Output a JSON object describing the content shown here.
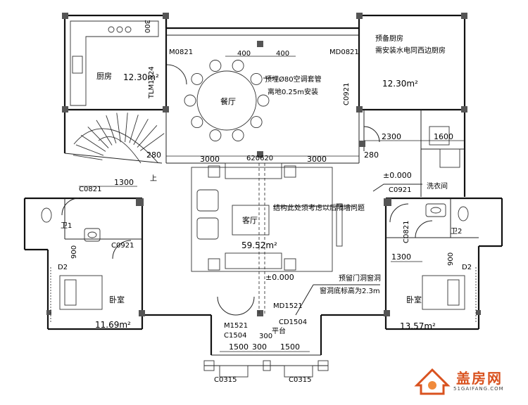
{
  "rooms": {
    "kitchen": {
      "name": "厨房",
      "area": "12.30m²"
    },
    "reserved_kitchen": {
      "line1": "预备厨房",
      "line2": "需安装水电同西边厨房",
      "area": "12.30m²"
    },
    "dining": {
      "name": "餐厅"
    },
    "living": {
      "name": "客厅",
      "area": "59.52m²"
    },
    "laundry": {
      "name": "洗衣间"
    },
    "wc1": {
      "name": "卫1"
    },
    "wc2": {
      "name": "卫2"
    },
    "bedroom_left": {
      "name": "卧室",
      "area": "11.69m²"
    },
    "bedroom_right": {
      "name": "卧室",
      "area": "13.57m²"
    }
  },
  "doors_windows": {
    "m0821_top": "M0821",
    "md0821": "MD0821",
    "tlm1524": "TLM1524",
    "c0921_right": "C0921",
    "c0821_left": "C0821",
    "c0921_left": "C0921",
    "c0921_mid": "C0921",
    "c0821_right": "C0821",
    "md1521": "MD1521",
    "m1521": "M1521",
    "c1504": "C1504",
    "cd1504": "CD1504",
    "c0315_left": "C0315",
    "c0315_right": "C0315"
  },
  "dimensions": {
    "d300_top": "300",
    "d400_a": "400",
    "d400_b": "400",
    "d2300": "2300",
    "d1600": "1600",
    "d280_left": "280",
    "d280_right": "280",
    "d3000_left": "3000",
    "d620_620": "620620",
    "d3000_right": "3000",
    "d1300_left": "1300",
    "d1300_right": "1300",
    "d900_left": "900",
    "d900_right": "900",
    "d1500_left": "1500",
    "d300_mid": "300",
    "d1500_right": "1500",
    "d300_step": "300"
  },
  "notes": {
    "ac_pipe_1": "预埋Ø80空调套管",
    "ac_pipe_2": "离地0.25m安装",
    "structure_note": "结构此处须考虑以后隔墙问题",
    "opening_1": "预留门洞窗洞",
    "opening_2": "窗洞底标高为2.3m",
    "elev_main": "±0.000",
    "elev_entry": "±0.000",
    "up": "上",
    "terrace": "平台",
    "d2_left": "D2",
    "d2_right": "D2"
  },
  "watermark": {
    "brand": "盖房网",
    "url": "51GAIFANG.COM",
    "brand_color": "#d9521f"
  }
}
